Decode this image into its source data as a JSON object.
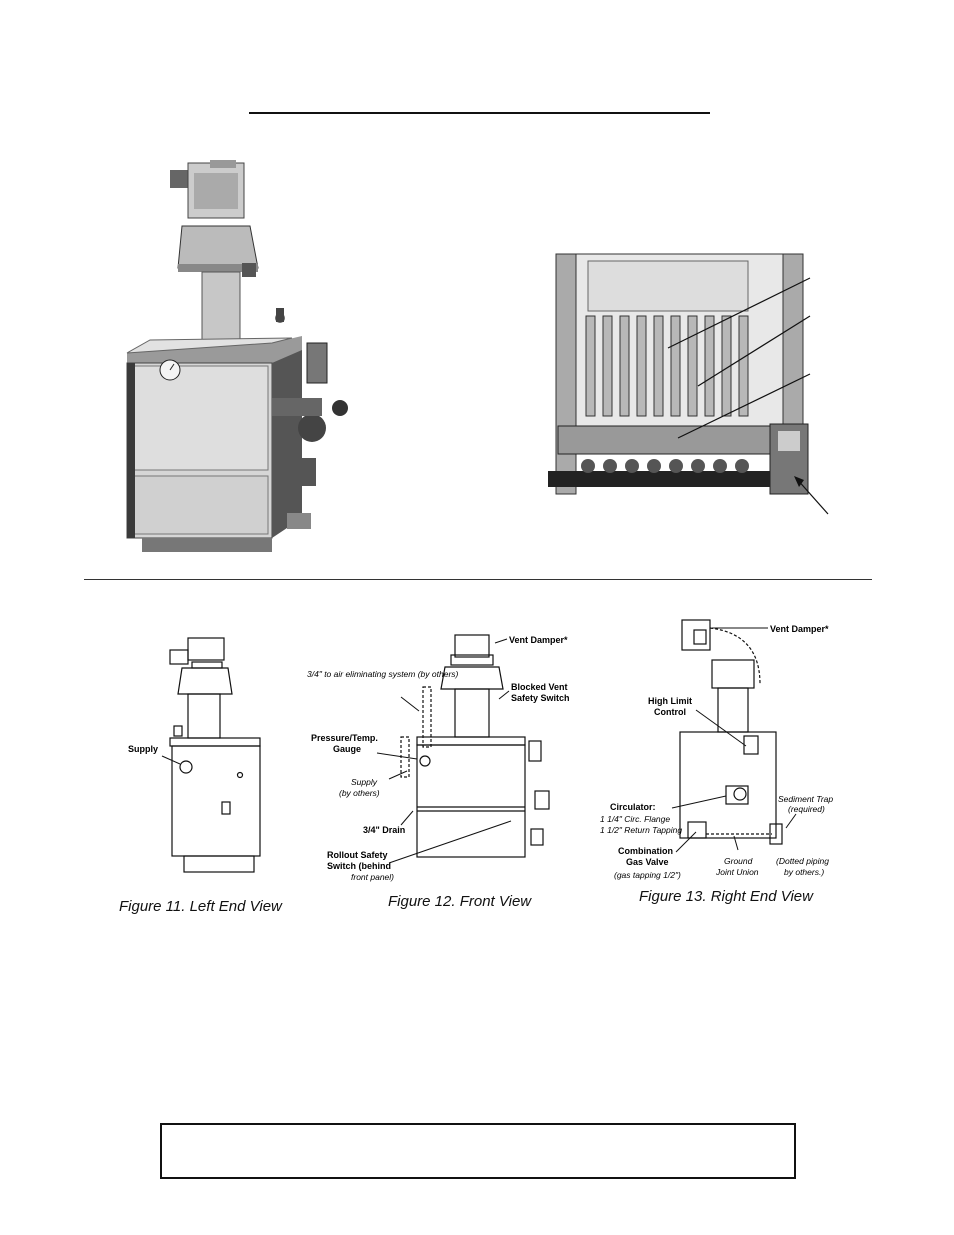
{
  "header": {
    "title": ""
  },
  "figures": [
    {
      "caption": "Figure 11.  Left  End View",
      "labels": {
        "supply": "Supply"
      }
    },
    {
      "caption": "Figure 12. Front View",
      "labels": {
        "vent_damper": "Vent Damper*",
        "air_elim": "3/4\" to air eliminating system (by others)",
        "blocked_vent_1": "Blocked Vent",
        "blocked_vent_2": "Safety Switch",
        "pressure_1": "Pressure/Temp.",
        "pressure_2": "Gauge",
        "supply_1": "Supply",
        "supply_2": "(by others)",
        "drain": "3/4\" Drain",
        "rollout_1": "Rollout Safety",
        "rollout_2": "Switch (behind",
        "rollout_3": "front panel)"
      }
    },
    {
      "caption": "Figure 13.  Right End View",
      "labels": {
        "vent_damper": "Vent Damper*",
        "high_limit_1": "High Limit",
        "high_limit_2": "Control",
        "sediment_1": "Sediment Trap",
        "sediment_2": "(required)",
        "circulator": "Circulator:",
        "flange": "1 1/4\" Circ. Flange",
        "return": "1 1/2\" Return Tapping",
        "gas_valve_1": "Combination",
        "gas_valve_2": "Gas Valve",
        "gas_tapping": "(gas tapping 1/2\")",
        "union_1": "Ground",
        "union_2": "Joint Union",
        "dotted_1": "(Dotted piping",
        "dotted_2": "by others.)"
      }
    }
  ],
  "notice": {
    "text": ""
  }
}
